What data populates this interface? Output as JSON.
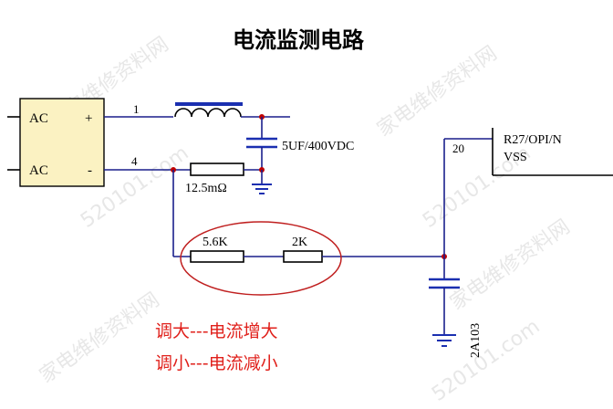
{
  "title": "电流监测电路",
  "ac_block": {
    "pin_top": "AC",
    "pin_top_sign": "+",
    "pin_bottom": "AC",
    "pin_bottom_sign": "-"
  },
  "nets": {
    "top": "1",
    "bottom": "4",
    "mcu_pin": "20"
  },
  "components": {
    "capacitor_main": "5UF/400VDC",
    "shunt": "12.5mΩ",
    "r1": "5.6K",
    "r2": "2K",
    "capacitor_filter": "2A103"
  },
  "mcu": {
    "line1": "R27/OPI/N",
    "line2": "VSS"
  },
  "notes": {
    "increase": "调大---电流增大",
    "decrease": "调小---电流减小"
  },
  "watermarks": [
    "家电维修资料网",
    "520101.com",
    "家电维修资料网",
    "520101.com",
    "家电维修资料网",
    "520101.com",
    "家电维修资料网"
  ]
}
